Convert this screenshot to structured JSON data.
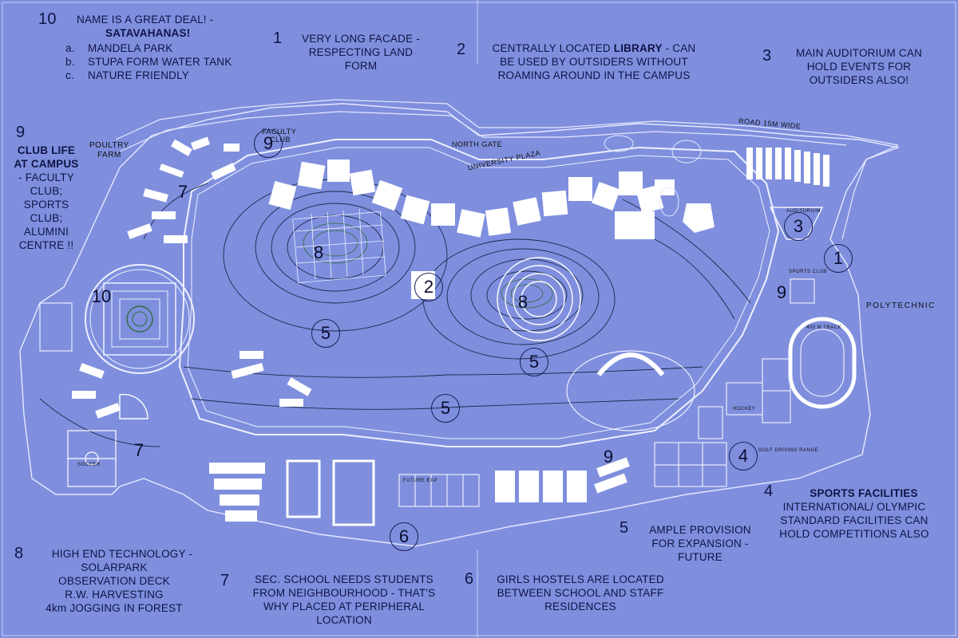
{
  "notes": {
    "n10": {
      "num": "10",
      "line1": "NAME IS A GREAT DEAL! -",
      "line2": "SATAVAHANAS!",
      "items": [
        {
          "letter": "a.",
          "text": "MANDELA PARK"
        },
        {
          "letter": "b.",
          "text": "STUPA FORM WATER TANK"
        },
        {
          "letter": "c.",
          "text": "NATURE FRIENDLY"
        }
      ]
    },
    "n1": {
      "num": "1",
      "line1": "VERY LONG FACADE -",
      "line2": "RESPECTING LAND",
      "line3": "FORM"
    },
    "n2": {
      "num": "2",
      "line1a": "CENTRALLY LOCATED ",
      "line1b": "LIBRARY",
      "line1c": " - CAN",
      "line2": "BE USED BY OUTSIDERS WITHOUT",
      "line3": "ROAMING AROUND IN THE CAMPUS"
    },
    "n3": {
      "num": "3",
      "line1": "MAIN AUDITORIUM CAN",
      "line2": "HOLD EVENTS FOR",
      "line3": "OUTSIDERS ALSO!"
    },
    "n9": {
      "num": "9",
      "line1": "CLUB LIFE",
      "line2": "AT CAMPUS",
      "line3": "- FACULTY",
      "line4": "CLUB;",
      "line5": "SPORTS",
      "line6": "CLUB;",
      "line7": "ALUMINI",
      "line8": "CENTRE !!"
    },
    "n4": {
      "num": "4",
      "line1": "SPORTS FACILITIES",
      "line2": "INTERNATIONAL/ OLYMPIC",
      "line3": "STANDARD FACILITIES CAN",
      "line4": "HOLD COMPETITIONS ALSO"
    },
    "n5": {
      "num": "5",
      "line1": "AMPLE PROVISION",
      "line2": "FOR EXPANSION -",
      "line3": "FUTURE"
    },
    "n6": {
      "num": "6",
      "line1": "GIRLS HOSTELS ARE LOCATED",
      "line2": "BETWEEN SCHOOL AND STAFF",
      "line3": "RESIDENCES"
    },
    "n7": {
      "num": "7",
      "line1": "SEC. SCHOOL NEEDS STUDENTS",
      "line2": "FROM NEIGHBOURHOOD - THAT'S",
      "line3": "WHY PLACED AT PERIPHERAL",
      "line4": "LOCATION"
    },
    "n8": {
      "num": "8",
      "line1": "HIGH END TECHNOLOGY -",
      "line2": "SOLARPARK",
      "line3": "OBSERVATION DECK",
      "line4": "R.W. HARVESTING",
      "line5": "4km JOGGING IN FOREST"
    }
  },
  "map_labels": {
    "poultry1": "POULTRY",
    "poultry2": "FARM",
    "faculty1": "FACULTY",
    "faculty2": "CLUB",
    "north_gate": "NORTH GATE",
    "university_plaza": "UNIVERSITY PLAZA",
    "road": "ROAD 15M WIDE",
    "auditorium": "AUDITORIUM",
    "sports_club": "SPORTS CLUB",
    "polytechnic": "POLYTECHNIC",
    "track": "400 M TRACK",
    "hockey": "HOCKEY",
    "golf": "GOLF DRIVING RANGE",
    "soccer": "SOCCER",
    "future_exp": "FUTURE EXP"
  },
  "map_numbers": {
    "m9a": "9",
    "m7a": "7",
    "m8a": "8",
    "m2": "2",
    "m8b": "8",
    "m10": "10",
    "m5a": "5",
    "m5b": "5",
    "m5c": "5",
    "m3": "3",
    "m1": "1",
    "m9b": "9",
    "m4": "4",
    "m9c": "9",
    "m6": "6",
    "m7b": "7"
  }
}
